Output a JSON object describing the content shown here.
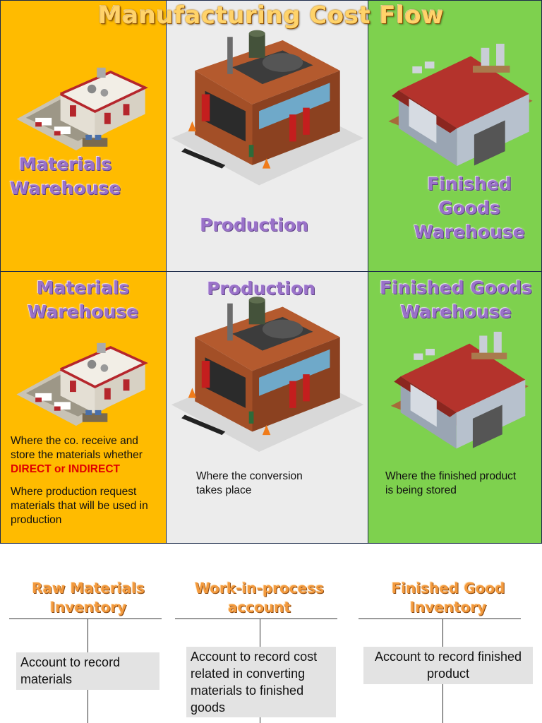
{
  "title": "Manufacturing Cost Flow",
  "top_row": {
    "materials": "Materials Warehouse",
    "production": "Production",
    "finished": "Finished Goods Warehouse"
  },
  "bottom_row": {
    "materials": {
      "label": "Materials Warehouse",
      "desc_line1": "Where the co. receive and store the materials whether",
      "desc_red": "DIRECT or INDIRECT",
      "desc_line2": "Where production request materials that will be used in production"
    },
    "production": {
      "label": "Production",
      "desc": "Where the conversion takes place"
    },
    "finished": {
      "label": "Finished Goods Warehouse",
      "desc": "Where the finished product is being stored"
    }
  },
  "accounts": [
    {
      "title": "Raw Materials Inventory",
      "desc": "Account to record materials"
    },
    {
      "title": "Work-in-process account",
      "desc": "Account to record cost related in converting materials to finished goods"
    },
    {
      "title": "Finished Good Inventory",
      "desc": "Account to record finished product"
    }
  ],
  "colors": {
    "materials_bg": "#ffbb00",
    "production_bg": "#ececec",
    "finished_bg": "#7ed14e",
    "label_purple": "#9a72c9",
    "account_orange": "#f39a3e",
    "highlight_red": "#e00000"
  }
}
